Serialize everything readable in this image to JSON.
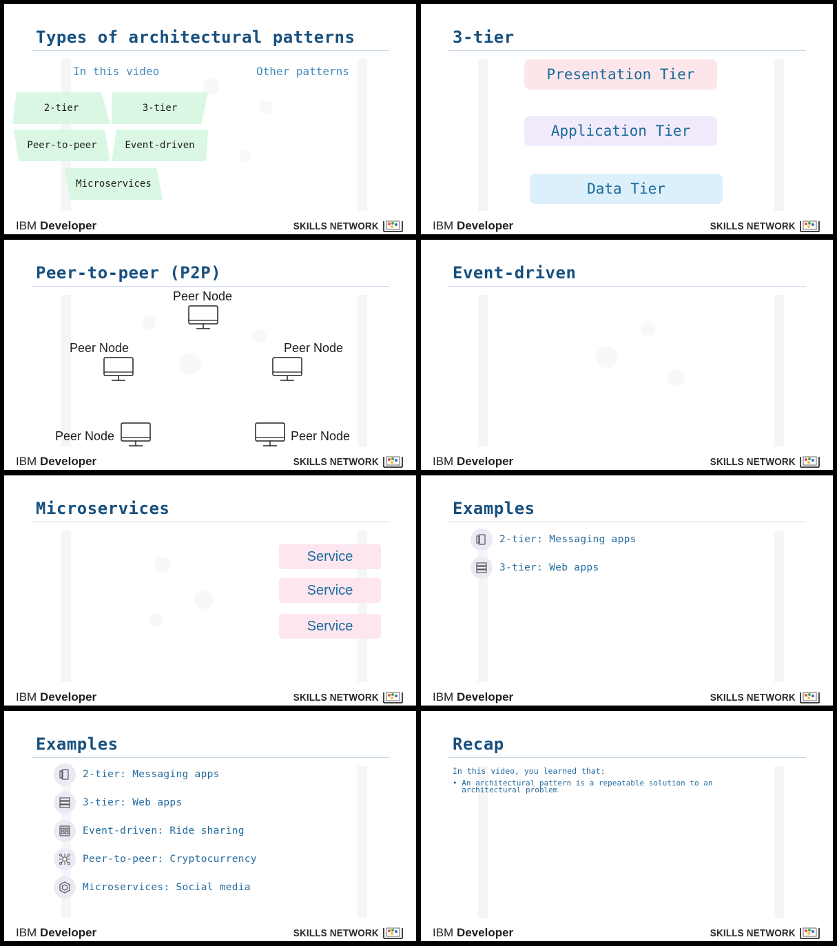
{
  "footer": {
    "ibm_light": "IBM",
    "ibm_bold": "Developer",
    "skills_network": "SKILLS NETWORK"
  },
  "slides": [
    {
      "title": "Types of architectural patterns",
      "col_left": "In this video",
      "col_right": "Other patterns",
      "patterns": [
        "2-tier",
        "3-tier",
        "Peer-to-peer",
        "Event-driven",
        "Microservices"
      ]
    },
    {
      "title": "3-tier",
      "tiers": [
        "Presentation Tier",
        "Application Tier",
        "Data Tier"
      ]
    },
    {
      "title": "Peer-to-peer (P2P)",
      "node_label": "Peer Node"
    },
    {
      "title": "Event-driven"
    },
    {
      "title": "Microservices",
      "services": [
        "Service",
        "Service",
        "Service"
      ]
    },
    {
      "title": "Examples",
      "items": [
        {
          "text": "2-tier: Messaging apps",
          "icon": "phone-icon"
        },
        {
          "text": "3-tier: Web apps",
          "icon": "layers-icon"
        }
      ]
    },
    {
      "title": "Examples",
      "items": [
        {
          "text": "2-tier: Messaging apps",
          "icon": "phone-icon"
        },
        {
          "text": "3-tier: Web apps",
          "icon": "layers-icon"
        },
        {
          "text": "Event-driven: Ride sharing",
          "icon": "dashboard-icon"
        },
        {
          "text": "Peer-to-peer: Cryptocurrency",
          "icon": "network-icon"
        },
        {
          "text": "Microservices: Social media",
          "icon": "hexagon-icon"
        }
      ]
    },
    {
      "title": "Recap",
      "intro": "In this video, you learned that:",
      "bullet_line1": "• An architectural pattern is a repeatable solution to an",
      "bullet_line2": "  architectural problem"
    }
  ],
  "colors": {
    "title": "#17507f",
    "accent": "#3d8bbd",
    "pattern_fill": "#d9f7e3",
    "presentation_tier": "#fde6ea",
    "application_tier": "#f1eafb",
    "data_tier": "#dcf0fb",
    "service": "#fde6ef"
  }
}
